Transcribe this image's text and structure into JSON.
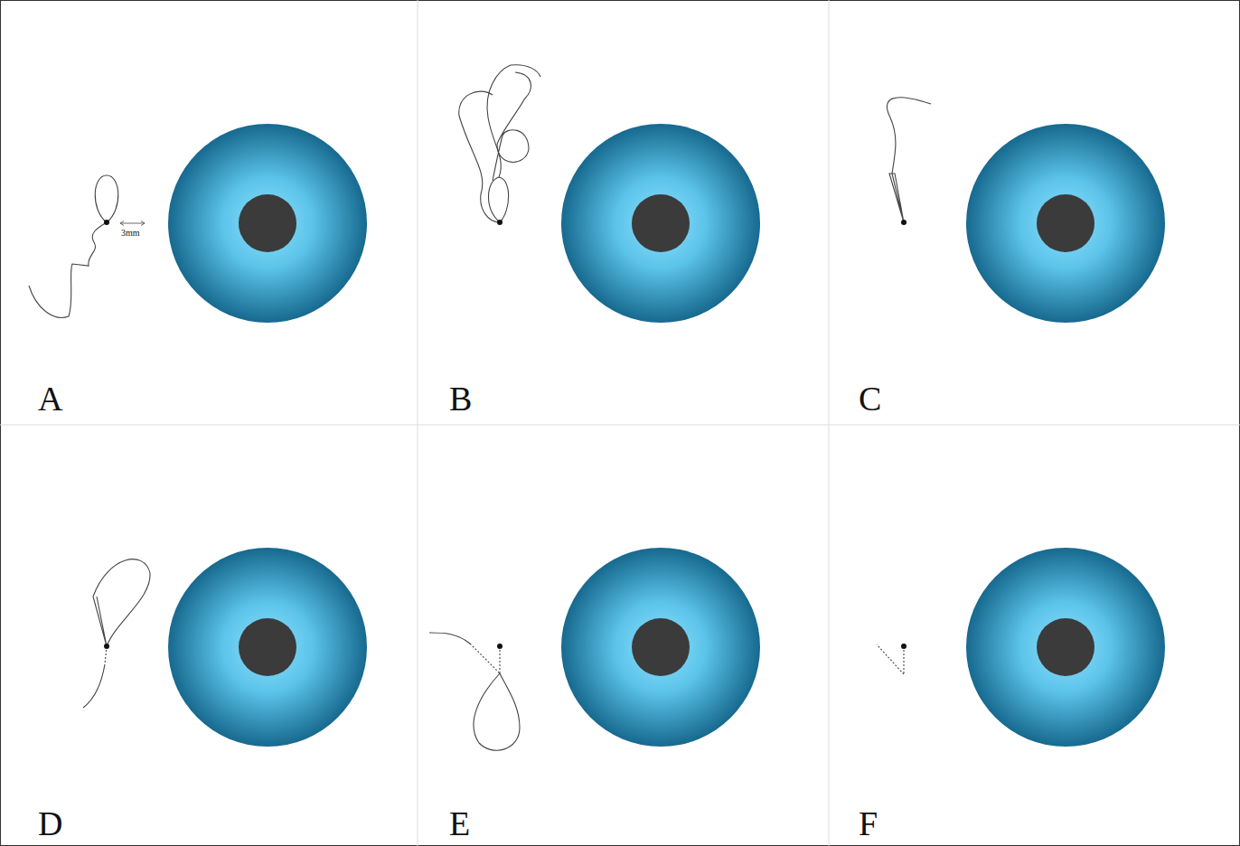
{
  "diagram": {
    "labels": [
      "A",
      "B",
      "C",
      "D",
      "E",
      "F",
      "3mm"
    ]
  }
}
